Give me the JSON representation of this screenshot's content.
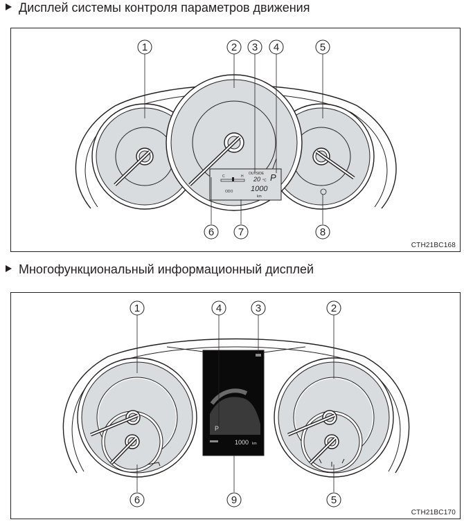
{
  "section1": {
    "title": "Дисплей системы контроля параметров движения",
    "code": "CTH21BC168",
    "callouts": [
      "1",
      "2",
      "3",
      "4",
      "5",
      "6",
      "7",
      "8"
    ],
    "lcd": {
      "scale_c": "C",
      "scale_h": "H",
      "outside_label": "OUTSIDE",
      "temperature": "20",
      "temperature_unit": "°C",
      "gear": "P",
      "odo_label": "ODO",
      "odometer": "1000",
      "odometer_unit": "km"
    }
  },
  "section2": {
    "title": "Многофункциональный информационный дисплей",
    "code": "CTH21BC170",
    "callouts": [
      "1",
      "4",
      "3",
      "2",
      "6",
      "9",
      "5"
    ],
    "display": {
      "gear": "P",
      "odometer": "1000",
      "odometer_unit": "km"
    }
  }
}
